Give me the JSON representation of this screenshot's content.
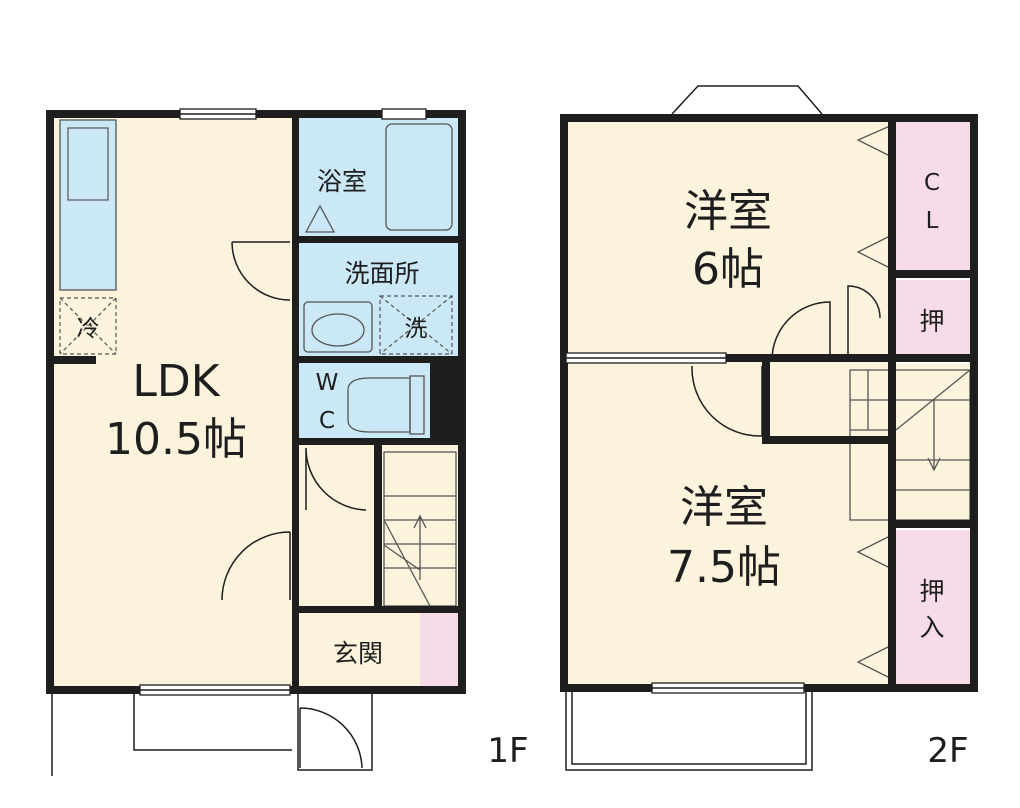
{
  "floor1": {
    "label": "1F",
    "rooms": {
      "ldk_name": "LDK",
      "ldk_size": "10.5帖",
      "bath": "浴室",
      "washroom": "洗面所",
      "wc_line1": "W",
      "wc_line2": "C",
      "entrance": "玄関",
      "fridge": "冷",
      "washer": "洗"
    }
  },
  "floor2": {
    "label": "2F",
    "rooms": {
      "room_a_name": "洋室",
      "room_a_size": "6帖",
      "room_b_name": "洋室",
      "room_b_size": "7.5帖",
      "closet_line1": "C",
      "closet_line2": "L",
      "oshi_small": "押",
      "oshiire_line1": "押",
      "oshiire_line2": "入"
    }
  },
  "colors": {
    "floor": "#fbf3dc",
    "wet_area": "#cbe8f6",
    "storage": "#f8dbe8",
    "wall": "#1e1e1e"
  }
}
